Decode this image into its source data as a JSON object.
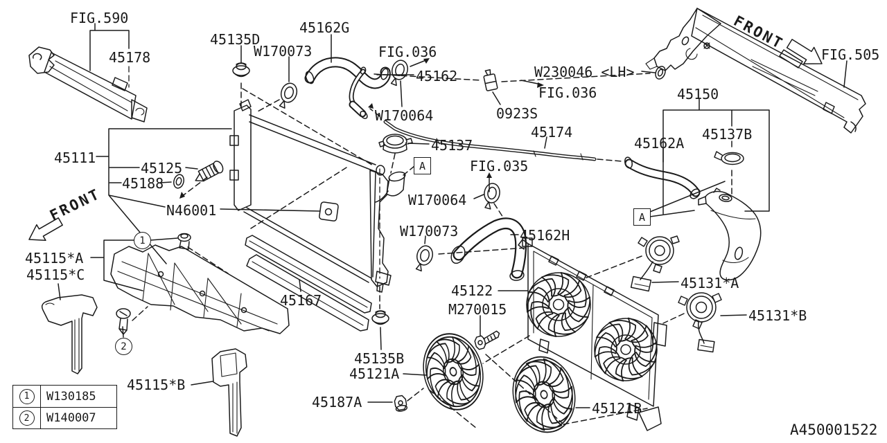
{
  "diagram": {
    "part_code": "A450001522",
    "front_label": "FRONT",
    "section_marker": "A",
    "circled_markers": {
      "one": "1",
      "two": "2"
    },
    "legend": {
      "rows": [
        {
          "num": "1",
          "code": "W130185"
        },
        {
          "num": "2",
          "code": "W140007"
        }
      ]
    },
    "callouts": {
      "fig590": "FIG.590",
      "p45178": "45178",
      "p45135D": "45135D",
      "w170073a": "W170073",
      "p45162G": "45162G",
      "fig036a": "FIG.036",
      "p45162": "45162",
      "w230046": "W230046 <LH>",
      "fig036b": "FIG.036",
      "p0923S": "0923S",
      "w170064a": "W170064",
      "p45137": "45137",
      "fig035": "FIG.035",
      "w170064b": "W170064",
      "w170073b": "W170073",
      "p45162H": "45162H",
      "p45174": "45174",
      "fig505": "FIG.505",
      "p45150": "45150",
      "p45137B": "45137B",
      "p45162A": "45162A",
      "p45111": "45111",
      "p45125": "45125",
      "p45188": "45188",
      "n46001": "N46001",
      "p45115A": "45115*A",
      "p45115C": "45115*C",
      "p45115B": "45115*B",
      "p45167": "45167",
      "p45122": "45122",
      "m270015": "M270015",
      "p45135B": "45135B",
      "p45121A": "45121A",
      "p45187A": "45187A",
      "p45121B": "45121B",
      "p45131A": "45131*A",
      "p45131B": "45131*B"
    }
  }
}
